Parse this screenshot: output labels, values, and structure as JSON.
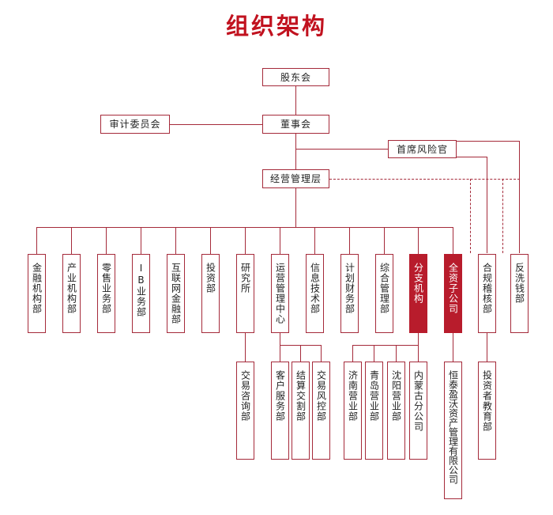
{
  "title": "组织架构",
  "colors": {
    "line": "#a52a3a",
    "highlight": "#b81c2c",
    "title": "#c1121f"
  },
  "top": {
    "shareholders": "股东会",
    "board": "董事会",
    "audit_committee": "审计委员会",
    "cro": "首席风险官",
    "management": "经营管理层"
  },
  "departments": [
    "金融机构部",
    "产业机构部",
    "零售业务部",
    "IB业务部",
    "互联网金融部",
    "投资部",
    "研究所",
    "运营管理中心",
    "信息技术部",
    "计划财务部",
    "综合管理部",
    "分支机构",
    "全资子公司",
    "合规稽核部",
    "反洗钱部"
  ],
  "sub_units": {
    "research": [
      "交易咨询部"
    ],
    "operations": [
      "客户服务部",
      "结算交割部",
      "交易风控部"
    ],
    "branches": [
      "济南营业部",
      "青岛营业部",
      "沈阳营业部",
      "内蒙古分公司"
    ],
    "subsidiary": [
      "恒泰盈沃资产管理有限公司"
    ],
    "compliance": [
      "投资者教育部"
    ]
  }
}
